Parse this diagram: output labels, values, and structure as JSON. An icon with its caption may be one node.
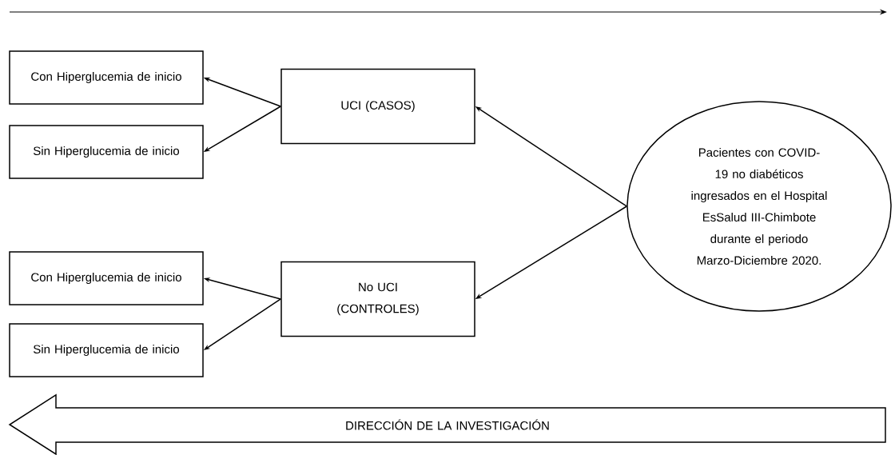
{
  "diagram": {
    "nodes": [
      {
        "text": [
          "Con Hiperglucemia de inicio"
        ]
      },
      {
        "text": [
          "UCI (CASOS)"
        ]
      },
      {
        "text": [
          "Sin Hiperglucemia de inicio"
        ]
      },
      {
        "text": [
          "Pacientes con COVID-19 no diabéticos ingresados en el Hospital EsSalud III-Chimbote durante el periodo Marzo-Diciembre 2020."
        ]
      },
      {
        "text": [
          "Con Hiperglucemia de inicio"
        ]
      },
      {
        "text": [
          "No UCI (CONTROLES)"
        ]
      },
      {
        "text": [
          "Sin Hiperglucemia de inicio"
        ]
      },
      {
        "text": [
          "DIRECCIÓN DE LA INVESTIGACIÓN"
        ]
      }
    ],
    "edges": [
      {
        "from": 3,
        "to": 1,
        "arrow": "to"
      },
      {
        "from": 3,
        "to": 5,
        "arrow": "to"
      },
      {
        "from": 1,
        "to": 0,
        "arrow": "to"
      },
      {
        "from": 1,
        "to": 2,
        "arrow": "to"
      },
      {
        "from": 5,
        "to": 4,
        "arrow": "to"
      },
      {
        "from": 5,
        "to": 6,
        "arrow": "to"
      }
    ]
  }
}
